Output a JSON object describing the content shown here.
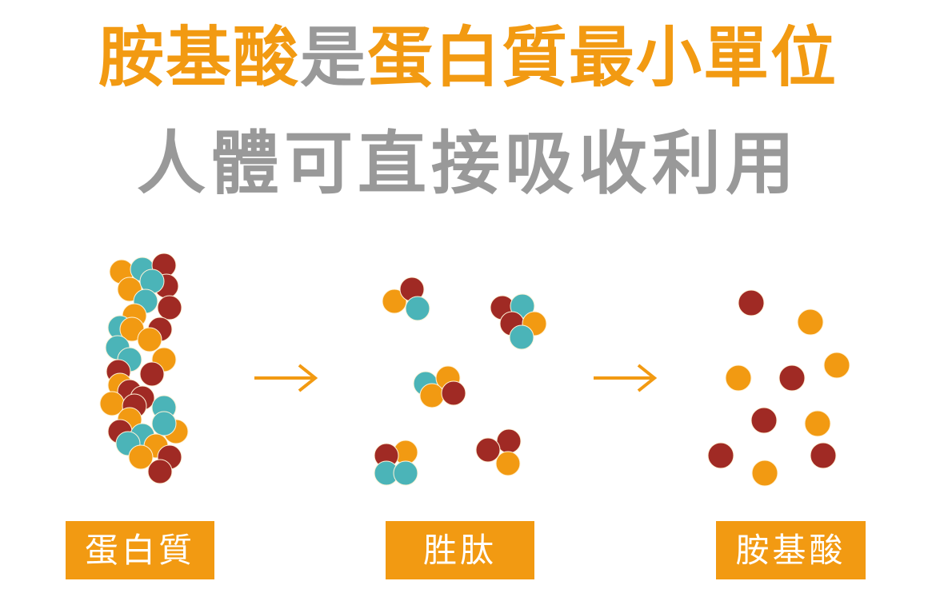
{
  "title": {
    "line1": [
      {
        "text": "胺基酸",
        "color": "orange"
      },
      {
        "text": "是",
        "color": "gray"
      },
      {
        "text": "蛋白質最小單位",
        "color": "orange"
      }
    ],
    "line2": "人體可直接吸收利用"
  },
  "stages": [
    {
      "label": "蛋白質"
    },
    {
      "label": "胜肽"
    },
    {
      "label": "胺基酸"
    }
  ],
  "colors": {
    "orange": "#F29A12",
    "teal": "#4BB4B8",
    "red": "#A02A24",
    "gray": "#999999"
  }
}
